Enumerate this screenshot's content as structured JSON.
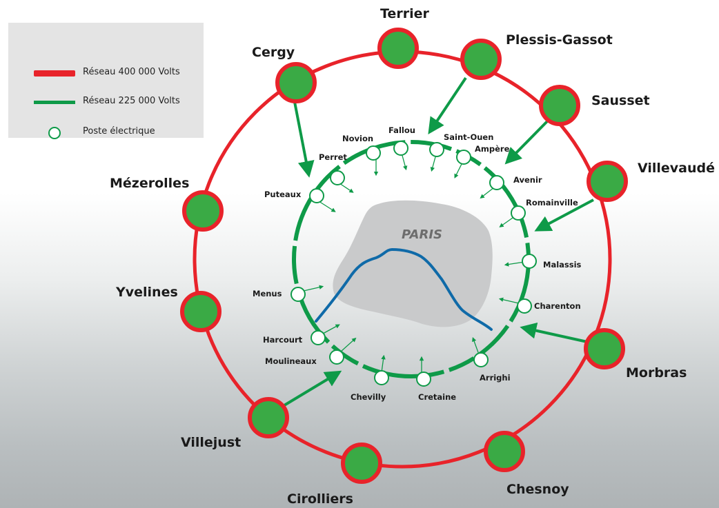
{
  "legend": {
    "line_400kv": "Réseau 400 000 Volts",
    "line_225kv": "Réseau 225 000 Volts",
    "substation": "Poste électrique"
  },
  "city_label": "PARIS",
  "outer_ring_substations": [
    {
      "key": "terrier",
      "name": "Terrier"
    },
    {
      "key": "plessis-gassot",
      "name": "Plessis-Gassot"
    },
    {
      "key": "sausset",
      "name": "Sausset"
    },
    {
      "key": "villevaude",
      "name": "Villevaudé"
    },
    {
      "key": "morbras",
      "name": "Morbras"
    },
    {
      "key": "chesnoy",
      "name": "Chesnoy"
    },
    {
      "key": "cirolliers",
      "name": "Cirolliers"
    },
    {
      "key": "villejust",
      "name": "Villejust"
    },
    {
      "key": "yvelines",
      "name": "Yvelines"
    },
    {
      "key": "mezerolles",
      "name": "Mézerolles"
    },
    {
      "key": "cergy",
      "name": "Cergy"
    }
  ],
  "inner_ring_substations": [
    {
      "key": "novion",
      "name": "Novion"
    },
    {
      "key": "fallou",
      "name": "Fallou"
    },
    {
      "key": "saint-ouen",
      "name": "Saint-Ouen"
    },
    {
      "key": "ampere",
      "name": "Ampère"
    },
    {
      "key": "avenir",
      "name": "Avenir"
    },
    {
      "key": "romainville",
      "name": "Romainville"
    },
    {
      "key": "malassis",
      "name": "Malassis"
    },
    {
      "key": "charenton",
      "name": "Charenton"
    },
    {
      "key": "arrighi",
      "name": "Arrighi"
    },
    {
      "key": "cretaine",
      "name": "Cretaine"
    },
    {
      "key": "chevilly",
      "name": "Chevilly"
    },
    {
      "key": "moulineaux",
      "name": "Moulineaux"
    },
    {
      "key": "harcourt",
      "name": "Harcourt"
    },
    {
      "key": "menus",
      "name": "Menus"
    },
    {
      "key": "puteaux",
      "name": "Puteaux"
    },
    {
      "key": "perret",
      "name": "Perret"
    }
  ],
  "colors": {
    "network_400kv": "#e8232a",
    "network_225kv": "#0e9a48",
    "substation_fill": "#3aaa45",
    "seine": "#0f6aa8",
    "paris_area": "#c9cacb"
  }
}
